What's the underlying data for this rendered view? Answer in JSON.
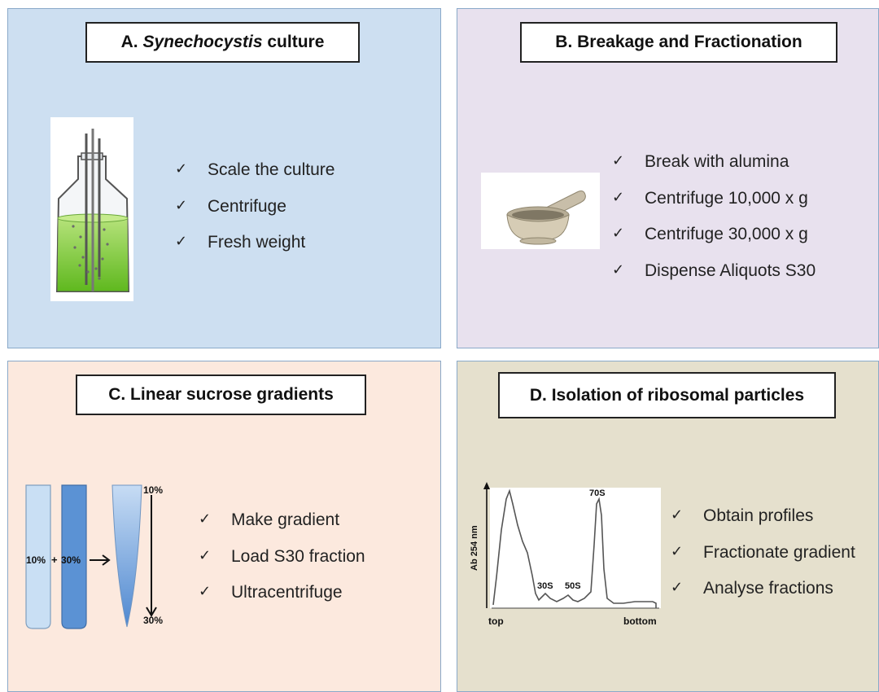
{
  "colors": {
    "panel_a": "#cddff1",
    "panel_b": "#e8e1ee",
    "panel_c": "#fce9de",
    "panel_d": "#e5e0cd",
    "culture_green": "#7fcb2e",
    "tube_light": "#c9dff4",
    "tube_dark": "#5b92d4"
  },
  "panel_a": {
    "title_prefix": "A.",
    "title_italic": "Synechocystis",
    "title_suffix": "culture",
    "items": [
      "Scale the culture",
      "Centrifuge",
      "Fresh weight"
    ]
  },
  "panel_b": {
    "title": "B. Breakage and Fractionation",
    "items": [
      "Break with alumina",
      "Centrifuge 10,000 x g",
      "Centrifuge 30,000 x g",
      "Dispense Aliquots S30"
    ]
  },
  "panel_c": {
    "title": "C. Linear sucrose gradients",
    "items": [
      "Make gradient",
      "Load S30 fraction",
      "Ultracentrifuge"
    ],
    "tube1_label": "10%",
    "plus": "+",
    "tube2_label": "30%",
    "top_label": "10%",
    "bottom_label": "30%"
  },
  "panel_d": {
    "title": "D. Isolation of ribosomal particles",
    "items": [
      "Obtain profiles",
      "Fractionate gradient",
      "Analyse  fractions"
    ],
    "ylabel": "Ab 254 nm",
    "xlabel_left": "top",
    "xlabel_right": "bottom",
    "peak_labels": [
      "30S",
      "50S",
      "70S"
    ]
  },
  "check_mark": "✓"
}
